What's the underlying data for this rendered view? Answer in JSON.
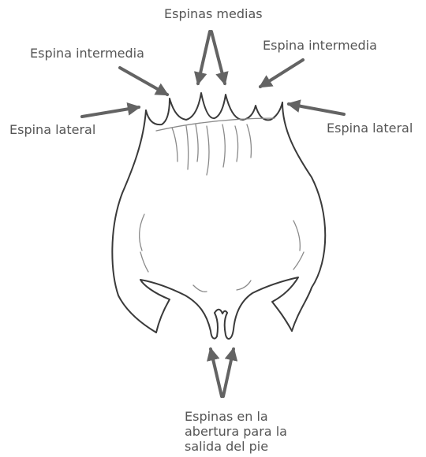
{
  "labels": {
    "espinas_medias": "Espinas medias",
    "espina_intermedia_left": "Espina intermedia",
    "espina_intermedia_right": "Espina intermedia",
    "espina_lateral_left": "Espina lateral",
    "espina_lateral_right": "Espina lateral",
    "foot_spines": [
      "Espinas en la",
      "abertura para la",
      "salida del pie"
    ]
  },
  "colors": {
    "arrow": "#636363",
    "outline": "#3a3a3a",
    "detail": "#8a8a8a",
    "text": "#555555"
  }
}
